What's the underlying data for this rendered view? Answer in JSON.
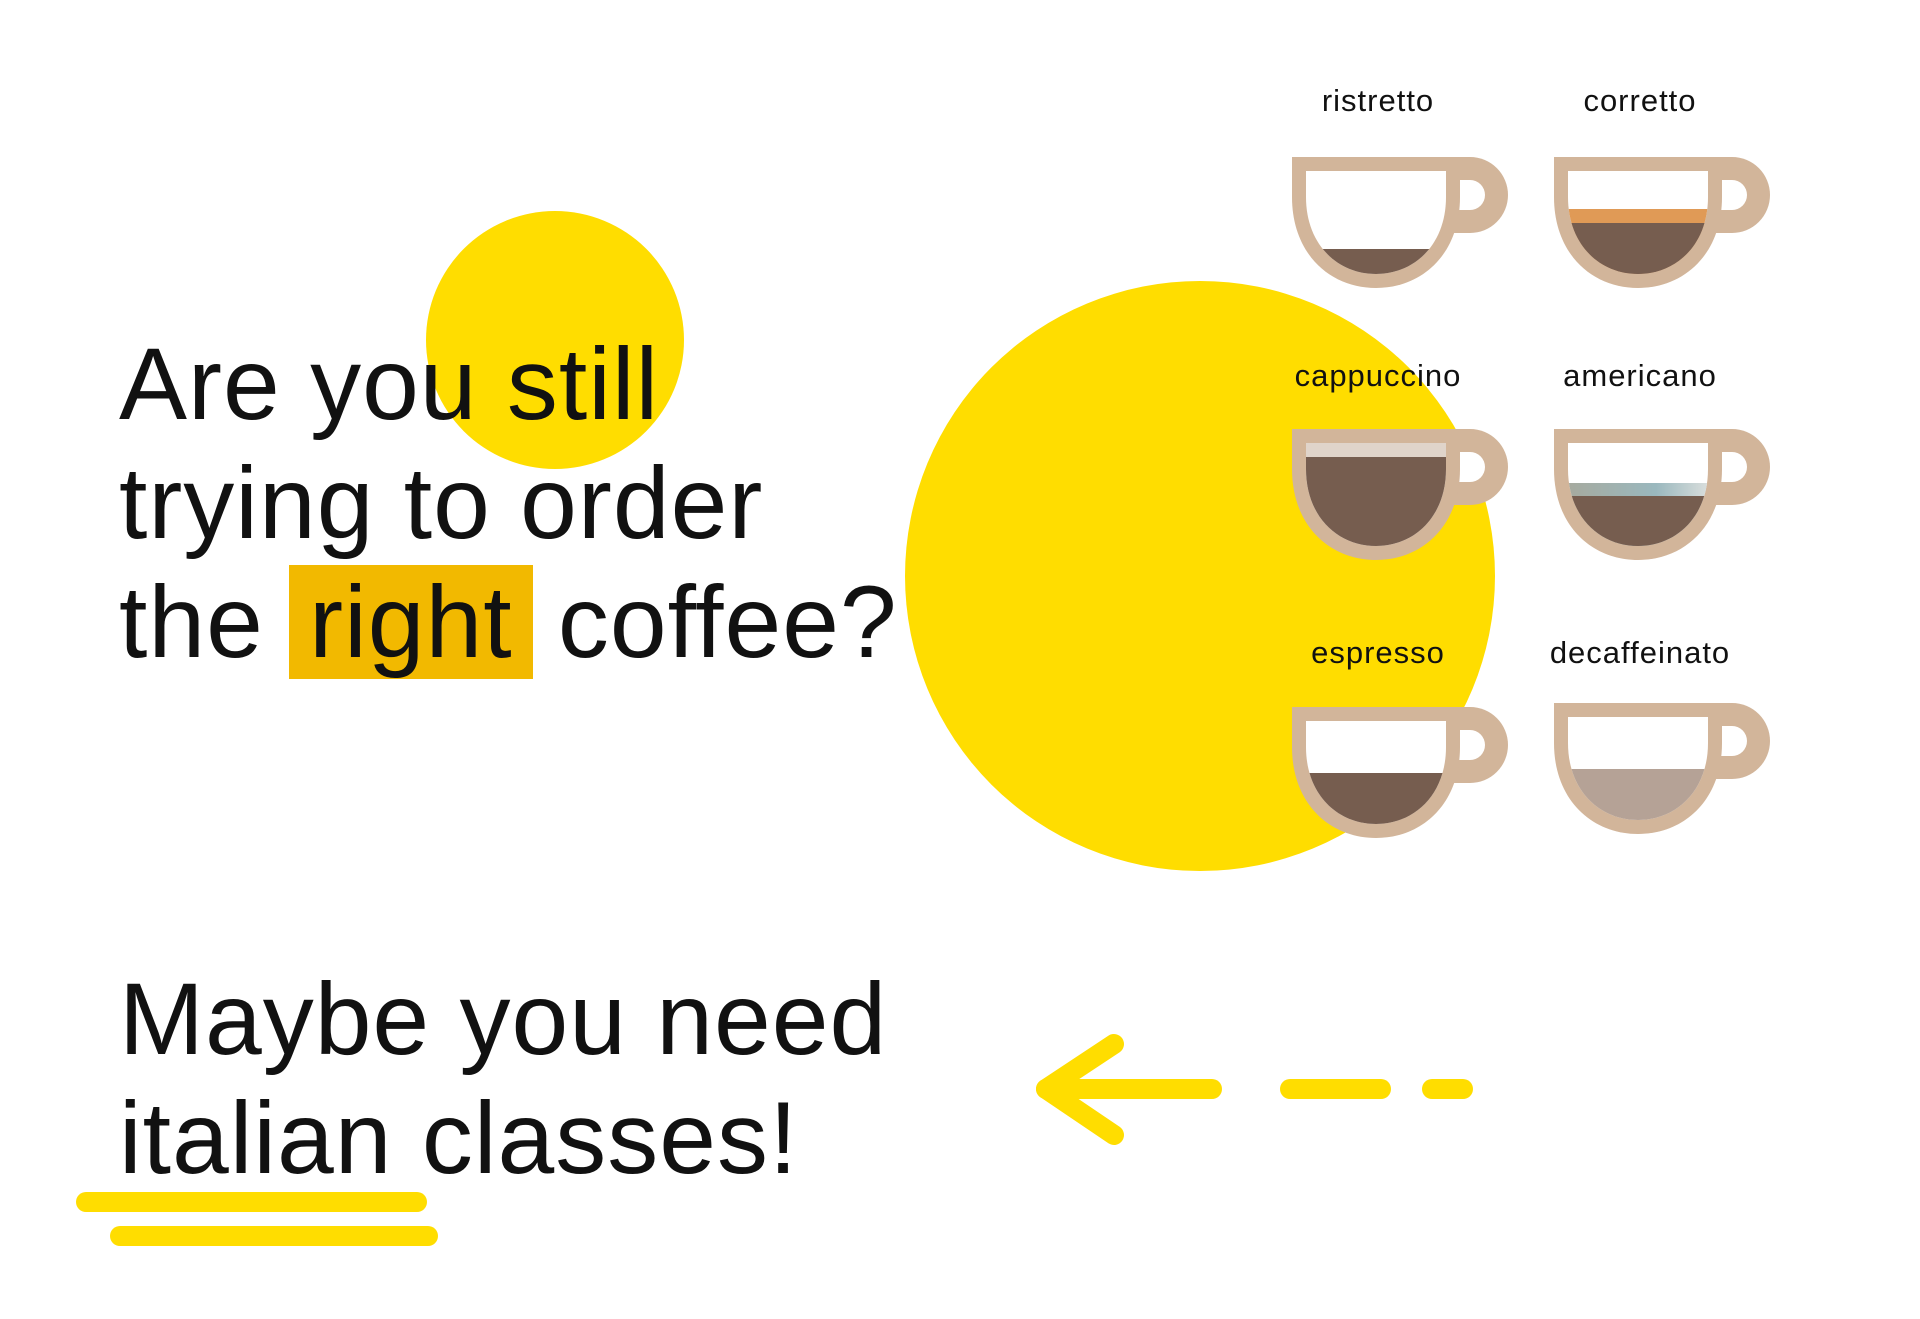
{
  "headline": {
    "line1": "Are you still",
    "line2": "trying to order",
    "line3_before": "the ",
    "line3_highlight": "right",
    "line3_after": " coffee?"
  },
  "subheadline": {
    "line1": "Maybe you need",
    "line2": "italian classes!"
  },
  "colors": {
    "yellow": "#FFDD00",
    "highlight": "#F2B900",
    "cup": "#D2B59A",
    "coffee": "#765D4F"
  },
  "drinks": [
    {
      "name": "ristretto",
      "layers": [
        {
          "color": "#765D4F",
          "top_fraction": 0.7
        }
      ]
    },
    {
      "name": "corretto",
      "layers": [
        {
          "color": "#E09A56",
          "top_fraction": 0.4
        },
        {
          "color": "#765D4F",
          "top_fraction": 0.5
        }
      ]
    },
    {
      "name": "cappuccino",
      "layers": [
        {
          "color": "#E0D4CA",
          "top_fraction": 0.1
        },
        {
          "color": "#765D4F",
          "top_fraction": 0.21
        }
      ]
    },
    {
      "name": "americano",
      "layers": [
        {
          "color": "gradient",
          "top_fraction": 0.41
        },
        {
          "color": "#765D4F",
          "top_fraction": 0.51
        }
      ]
    },
    {
      "name": "espresso",
      "layers": [
        {
          "color": "#765D4F",
          "top_fraction": 0.5
        }
      ]
    },
    {
      "name": "decaffeinato",
      "layers": [
        {
          "color": "#B5A296",
          "top_fraction": 0.5
        }
      ]
    }
  ]
}
